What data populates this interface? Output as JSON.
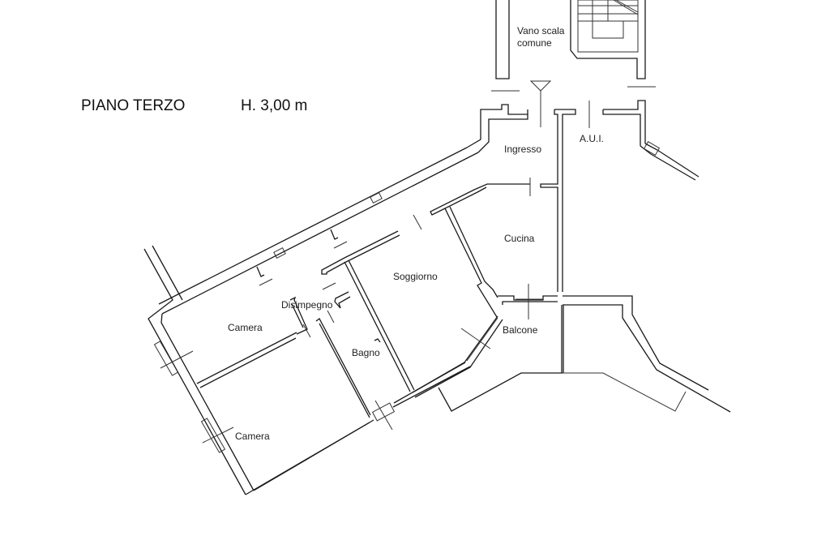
{
  "header": {
    "floor_title": "PIANO TERZO",
    "height_label": "H. 3,00 m"
  },
  "rooms": [
    {
      "id": "vano-scala",
      "label_line1": "Vano scala",
      "label_line2": "comune"
    },
    {
      "id": "ingresso",
      "label": "Ingresso"
    },
    {
      "id": "aui",
      "label": "A.U.I."
    },
    {
      "id": "cucina",
      "label": "Cucina"
    },
    {
      "id": "soggiorno",
      "label": "Soggiorno"
    },
    {
      "id": "disimpegno",
      "label": "Disimpegno"
    },
    {
      "id": "camera-1",
      "label": "Camera"
    },
    {
      "id": "bagno",
      "label": "Bagno"
    },
    {
      "id": "balcone",
      "label": "Balcone"
    },
    {
      "id": "camera-2",
      "label": "Camera"
    }
  ],
  "colors": {
    "background": "#ffffff",
    "lines": "#1a1a1a",
    "text": "#222222"
  }
}
